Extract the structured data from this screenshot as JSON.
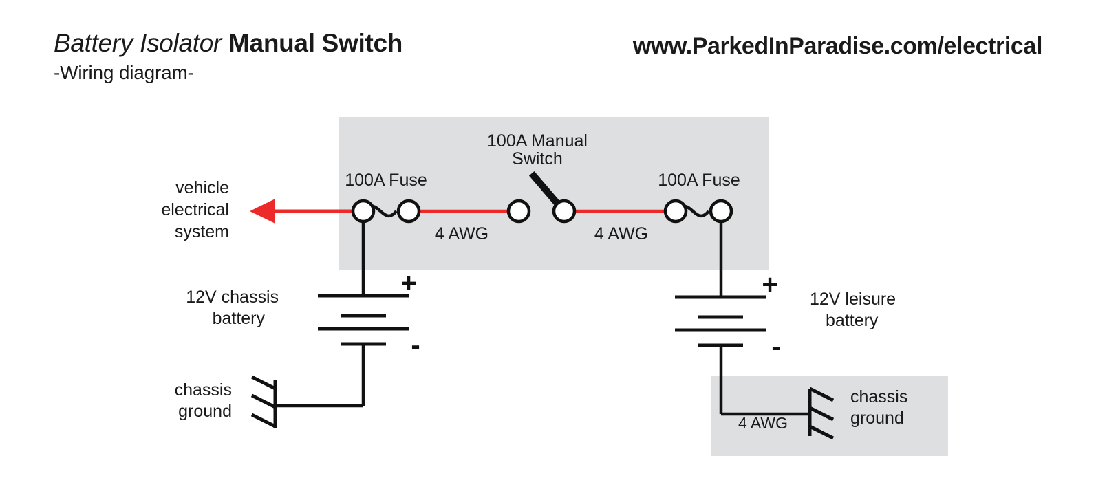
{
  "header": {
    "title_italic": "Battery Isolator",
    "title_bold": "Manual Switch",
    "subtitle": "-Wiring diagram-",
    "site_url": "www.ParkedInParadise.com/electrical"
  },
  "colors": {
    "wire_positive": "#ED2A2A",
    "wire_ground": "#111111",
    "panel_background": "#DEDFE0",
    "text": "#1a1a1a",
    "component_fill": "#FFFFFF",
    "component_stroke": "#111111"
  },
  "labels": {
    "vehicle_load": "vehicle\nelectrical\nsystem",
    "vehicle_load_line1": "vehicle",
    "vehicle_load_line2": "electrical",
    "vehicle_load_line3": "system",
    "fuse_left": "100A Fuse",
    "fuse_right": "100A Fuse",
    "switch_line1": "100A Manual",
    "switch_line2": "Switch",
    "gauge_left": "4 AWG",
    "gauge_right": "4 AWG",
    "gauge_ground": "4 AWG",
    "battery_left_line1": "12V chassis",
    "battery_left_line2": "battery",
    "battery_right_line1": "12V leisure",
    "battery_right_line2": "battery",
    "ground_left_line1": "chassis",
    "ground_left_line2": "ground",
    "ground_right_line1": "chassis",
    "ground_right_line2": "ground",
    "plus_left": "+",
    "minus_left": "-",
    "plus_right": "+",
    "minus_right": "-"
  },
  "components": [
    {
      "name": "fuse-left",
      "type": "fuse",
      "rating": "100A"
    },
    {
      "name": "manual-switch",
      "type": "switch",
      "rating": "100A",
      "state": "open"
    },
    {
      "name": "fuse-right",
      "type": "fuse",
      "rating": "100A"
    },
    {
      "name": "battery-chassis",
      "type": "battery",
      "voltage": "12V"
    },
    {
      "name": "battery-leisure",
      "type": "battery",
      "voltage": "12V"
    },
    {
      "name": "ground-chassis-left",
      "type": "ground"
    },
    {
      "name": "ground-chassis-right",
      "type": "ground"
    }
  ]
}
